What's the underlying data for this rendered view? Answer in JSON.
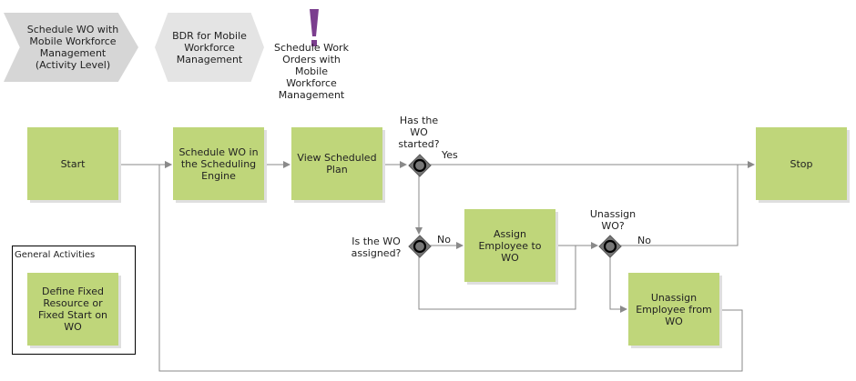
{
  "header": {
    "chevron_label": "Schedule WO with Mobile Workforce Management (Activity Level)",
    "hex_label": "BDR for Mobile Workforce Management",
    "event_label": "Schedule Work Orders with Mobile Workforce Management"
  },
  "tasks": {
    "start": "Start",
    "schedule": "Schedule WO in the Scheduling Engine",
    "view": "View Scheduled Plan",
    "stop": "Stop",
    "assign": "Assign Employee to WO",
    "unassign": "Unassign Employee from WO",
    "define": "Define Fixed Resource or Fixed Start on WO"
  },
  "gateways": {
    "started_q": "Has the WO started?",
    "assigned_q": "Is the WO assigned?",
    "unassign_q": "Unassign WO?"
  },
  "edge_labels": {
    "yes": "Yes",
    "no_assigned": "No",
    "no_unassign": "No"
  },
  "group": {
    "title": "General Activities"
  },
  "colors": {
    "task_fill": "#bfd67a",
    "event_mark": "#7b3e8e",
    "line": "#8a8a8a",
    "gateway_fill": "#777777"
  }
}
